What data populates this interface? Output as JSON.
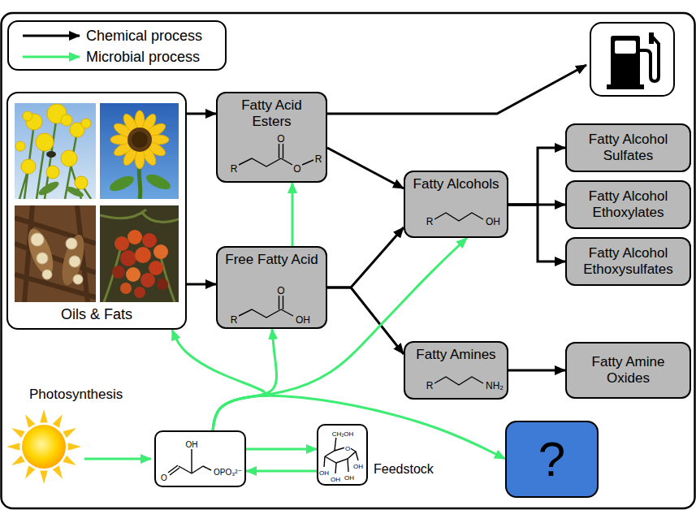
{
  "diagram": {
    "nodes": [
      {
        "text": [
          "Oils & Fats"
        ]
      },
      {
        "text": [
          "Fatty Acid Esters",
          "O",
          "R",
          "O",
          "R"
        ]
      },
      {
        "text": [
          "Free Fatty Acid",
          "O",
          "R",
          "OH"
        ]
      },
      {
        "text": [
          "Fatty Alcohols",
          "R",
          "OH"
        ]
      },
      {
        "text": [
          "Fatty Alcohol Sulfates"
        ]
      },
      {
        "text": [
          "Fatty Alcohol Ethoxylates"
        ]
      },
      {
        "text": [
          "Fatty Alcohol Ethoxysulfates"
        ]
      },
      {
        "text": [
          "Fatty Amines",
          "R",
          "NH₂"
        ]
      },
      {
        "text": [
          "Fatty Amine Oxides"
        ]
      },
      {
        "text": [
          "OH",
          "O",
          "OPO₃²⁻"
        ]
      },
      {
        "text": [
          "CH₂OH",
          "O",
          "OH",
          "OH",
          "OH",
          "OH",
          "Feedstock"
        ]
      },
      {
        "text": [
          "?"
        ]
      }
    ],
    "edges": [
      {
        "from": 0,
        "to": 1,
        "arrow": "to"
      },
      {
        "from": 0,
        "to": 2,
        "arrow": "to"
      },
      {
        "from": 1,
        "to": 3,
        "arrow": "to"
      },
      {
        "from": 2,
        "to": 1,
        "arrow": "to"
      },
      {
        "from": 2,
        "to": 3,
        "arrow": "to"
      },
      {
        "from": 2,
        "to": 7,
        "arrow": "to"
      },
      {
        "from": 3,
        "to": 4,
        "arrow": "to"
      },
      {
        "from": 3,
        "to": 5,
        "arrow": "to"
      },
      {
        "from": 3,
        "to": 6,
        "arrow": "to"
      },
      {
        "from": 7,
        "to": 8,
        "arrow": "to"
      },
      {
        "from": 9,
        "to": 10,
        "arrow": "to"
      },
      {
        "from": 10,
        "to": 9,
        "arrow": "to"
      },
      {
        "from": 9,
        "to": 0,
        "arrow": "to"
      },
      {
        "from": 9,
        "to": 2,
        "arrow": "to"
      },
      {
        "from": 9,
        "to": 3,
        "arrow": "to"
      },
      {
        "from": 9,
        "to": 11,
        "arrow": "to"
      }
    ],
    "labels": [
      "Photosynthesis"
    ],
    "legend": [
      {
        "text": "Chemical process"
      },
      {
        "text": "Microbial process"
      }
    ]
  }
}
